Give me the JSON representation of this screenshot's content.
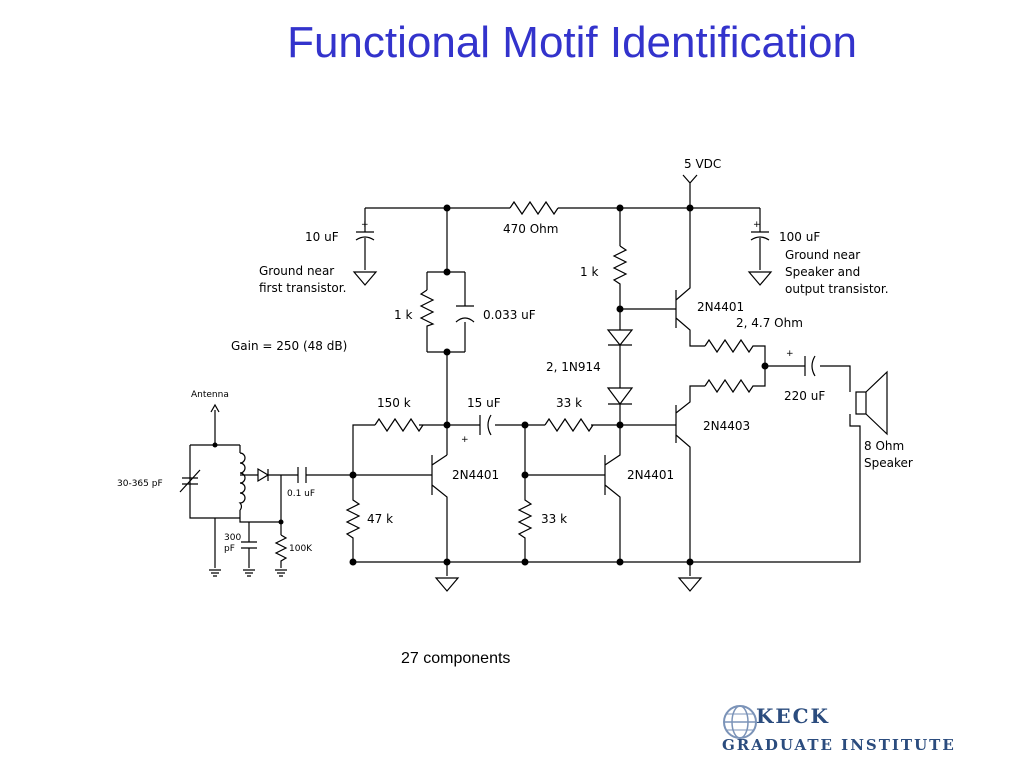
{
  "slide": {
    "title": "Functional Motif Identification",
    "component_count": "27 components"
  },
  "schematic": {
    "supply": "5 VDC",
    "r_470": "470 Ohm",
    "c_10uf": "10 uF",
    "note_ground_first_1": "Ground near",
    "note_ground_first_2": "first transistor.",
    "c_100uf": "100 uF",
    "note_ground_speaker_1": "Ground near",
    "note_ground_speaker_2": "Speaker and",
    "note_ground_speaker_3": "output transistor.",
    "r_1k_top": "1 k",
    "r_1k_left": "1 k",
    "c_0033": "0.033 uF",
    "gain": "Gain = 250 (48 dB)",
    "q_2n4401_upper": "2N4401",
    "r_47ohm": "2, 4.7 Ohm",
    "diodes": "2, 1N914",
    "antenna": "Antenna",
    "r_150k": "150 k",
    "c_15uf": "15 uF",
    "r_33k_top": "33 k",
    "c_220uf": "220 uF",
    "q_2n4403": "2N4403",
    "speaker_1": "8 Ohm",
    "speaker_2": "Speaker",
    "c_tune": "30-365 pF",
    "c_01uf": "0.1 uF",
    "q1": "2N4401",
    "q2": "2N4401",
    "r_47k": "47 k",
    "r_33k_bottom": "33 k",
    "c_300pf_1": "300",
    "c_300pf_2": "pF",
    "r_100k": "100K",
    "plus": "+"
  },
  "logo": {
    "line1": "KECK",
    "line2": "GRADUATE INSTITUTE"
  }
}
